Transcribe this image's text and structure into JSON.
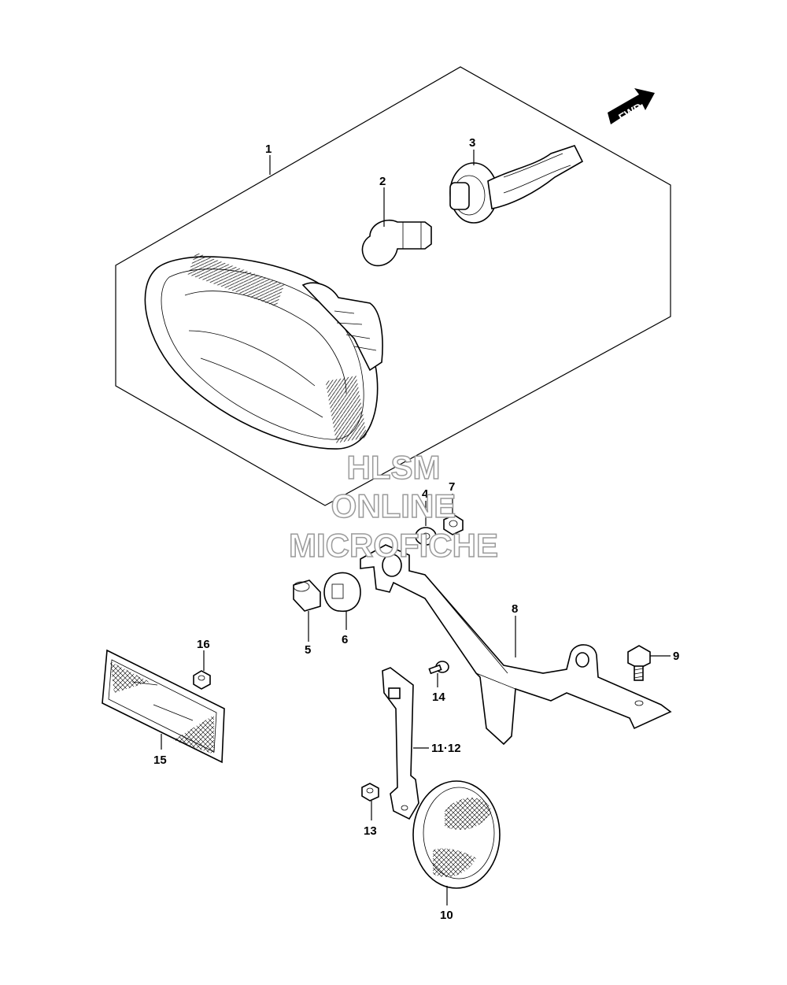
{
  "watermark": {
    "line1": "HLSM",
    "line2": "ONLINE",
    "line3": "MICROFICHE"
  },
  "direction_badge": "FWD",
  "callouts": [
    "1",
    "2",
    "3",
    "4",
    "7",
    "5",
    "6",
    "8",
    "9",
    "16",
    "14",
    "15",
    "11·12",
    "13",
    "10"
  ]
}
